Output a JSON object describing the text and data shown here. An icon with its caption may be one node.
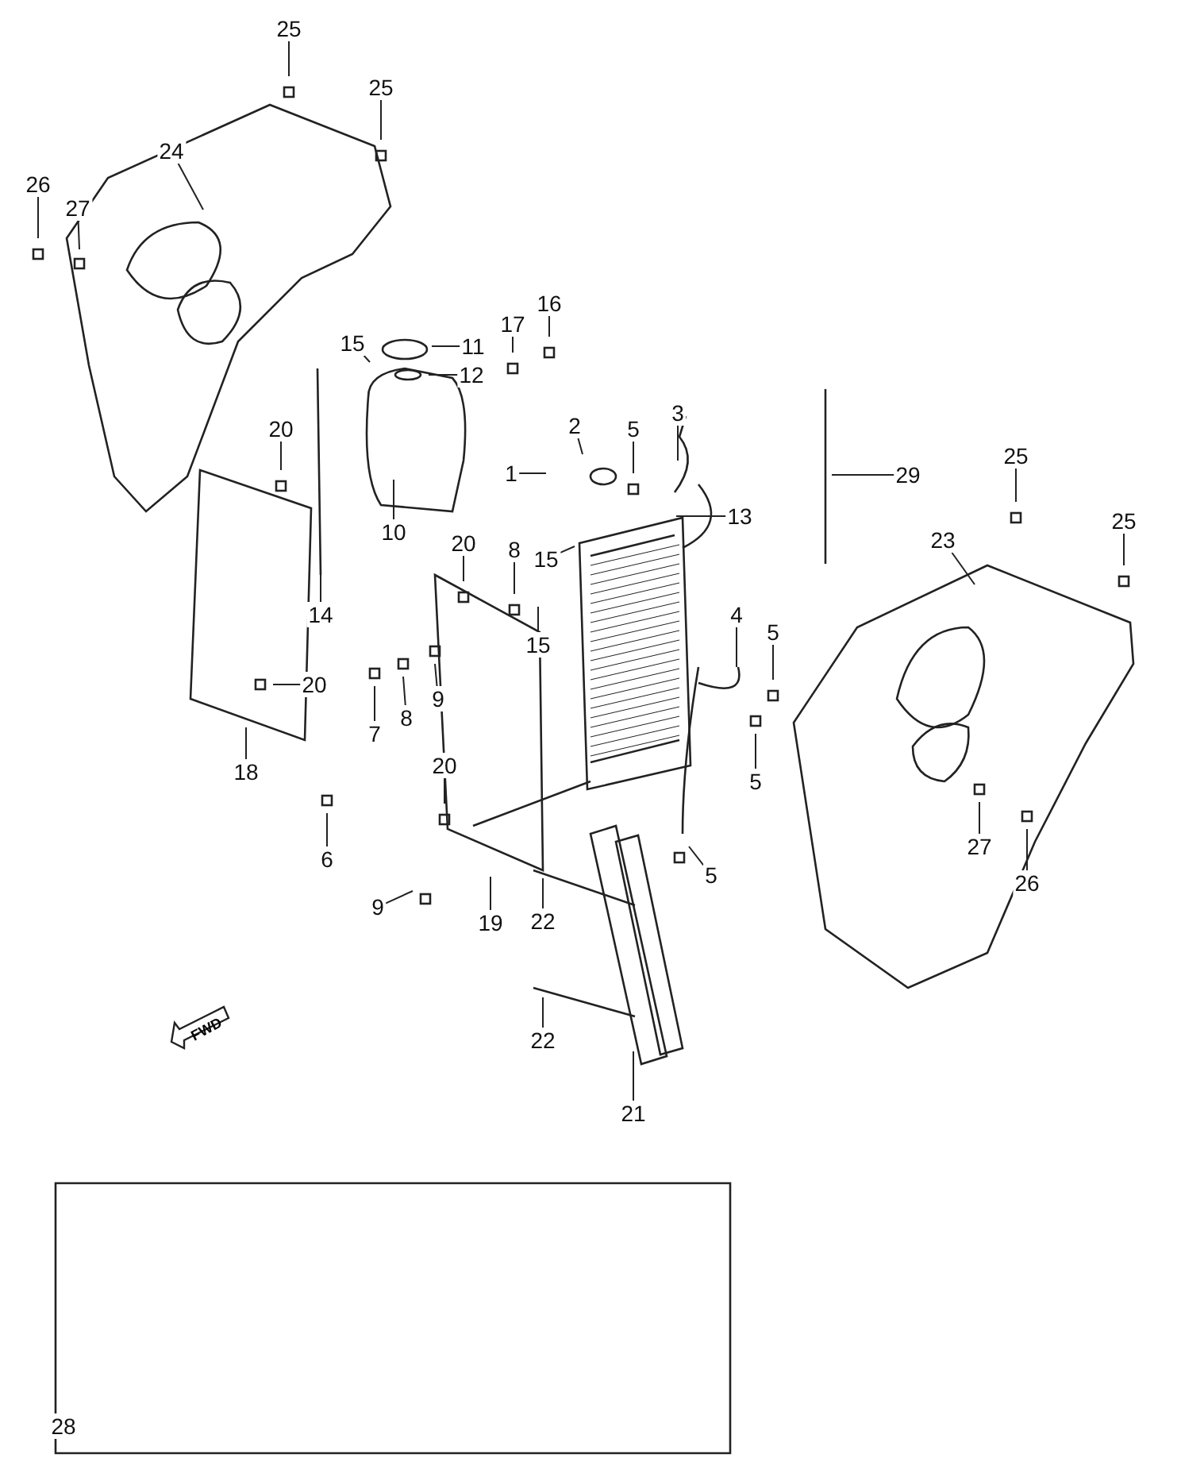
{
  "diagram": {
    "nodes": [
      {
        "text": [
          "25"
        ]
      },
      {
        "text": [
          "25"
        ]
      },
      {
        "text": [
          "24"
        ]
      },
      {
        "text": [
          "26"
        ]
      },
      {
        "text": [
          "27"
        ]
      },
      {
        "text": [
          "16"
        ]
      },
      {
        "text": [
          "17"
        ]
      },
      {
        "text": [
          "15"
        ]
      },
      {
        "text": [
          "11"
        ]
      },
      {
        "text": [
          "12"
        ]
      },
      {
        "text": [
          "3"
        ]
      },
      {
        "text": [
          "2"
        ]
      },
      {
        "text": [
          "5"
        ]
      },
      {
        "text": [
          "20"
        ]
      },
      {
        "text": [
          "25"
        ]
      },
      {
        "text": [
          "1"
        ]
      },
      {
        "text": [
          "29"
        ]
      },
      {
        "text": [
          "13"
        ]
      },
      {
        "text": [
          "25"
        ]
      },
      {
        "text": [
          "10"
        ]
      },
      {
        "text": [
          "23"
        ]
      },
      {
        "text": [
          "20"
        ]
      },
      {
        "text": [
          "8"
        ]
      },
      {
        "text": [
          "15"
        ]
      },
      {
        "text": [
          "14"
        ]
      },
      {
        "text": [
          "4"
        ]
      },
      {
        "text": [
          "5"
        ]
      },
      {
        "text": [
          "15"
        ]
      },
      {
        "text": [
          "20"
        ]
      },
      {
        "text": [
          "9"
        ]
      },
      {
        "text": [
          "8"
        ]
      },
      {
        "text": [
          "7"
        ]
      },
      {
        "text": [
          "18"
        ]
      },
      {
        "text": [
          "20"
        ]
      },
      {
        "text": [
          "5"
        ]
      },
      {
        "text": [
          "27"
        ]
      },
      {
        "text": [
          "6"
        ]
      },
      {
        "text": [
          "5"
        ]
      },
      {
        "text": [
          "26"
        ]
      },
      {
        "text": [
          "9"
        ]
      },
      {
        "text": [
          "22"
        ]
      },
      {
        "text": [
          "19"
        ]
      },
      {
        "text": [
          "22"
        ]
      },
      {
        "text": [
          "21"
        ]
      },
      {
        "text": [
          "28"
        ]
      }
    ],
    "edges": [
      {
        "from": 0,
        "to": null,
        "arrow": "none"
      },
      {
        "from": 1,
        "to": null,
        "arrow": "none"
      },
      {
        "from": 2,
        "to": null,
        "arrow": "none"
      },
      {
        "from": 3,
        "to": null,
        "arrow": "none"
      },
      {
        "from": 4,
        "to": null,
        "arrow": "none"
      },
      {
        "from": 5,
        "to": null,
        "arrow": "none"
      },
      {
        "from": 6,
        "to": null,
        "arrow": "none"
      },
      {
        "from": 7,
        "to": null,
        "arrow": "none"
      },
      {
        "from": 8,
        "to": null,
        "arrow": "none"
      },
      {
        "from": 9,
        "to": null,
        "arrow": "none"
      },
      {
        "from": 10,
        "to": null,
        "arrow": "none"
      },
      {
        "from": 11,
        "to": null,
        "arrow": "none"
      },
      {
        "from": 12,
        "to": null,
        "arrow": "none"
      },
      {
        "from": 13,
        "to": null,
        "arrow": "none"
      },
      {
        "from": 14,
        "to": null,
        "arrow": "none"
      },
      {
        "from": 15,
        "to": null,
        "arrow": "none"
      },
      {
        "from": 16,
        "to": null,
        "arrow": "none"
      },
      {
        "from": 17,
        "to": null,
        "arrow": "none"
      },
      {
        "from": 18,
        "to": null,
        "arrow": "none"
      },
      {
        "from": 19,
        "to": null,
        "arrow": "none"
      },
      {
        "from": 20,
        "to": null,
        "arrow": "none"
      },
      {
        "from": 21,
        "to": null,
        "arrow": "none"
      },
      {
        "from": 22,
        "to": null,
        "arrow": "none"
      },
      {
        "from": 23,
        "to": null,
        "arrow": "none"
      },
      {
        "from": 24,
        "to": null,
        "arrow": "none"
      },
      {
        "from": 25,
        "to": null,
        "arrow": "none"
      },
      {
        "from": 26,
        "to": null,
        "arrow": "none"
      },
      {
        "from": 27,
        "to": null,
        "arrow": "none"
      },
      {
        "from": 28,
        "to": null,
        "arrow": "none"
      },
      {
        "from": 29,
        "to": null,
        "arrow": "none"
      },
      {
        "from": 30,
        "to": null,
        "arrow": "none"
      },
      {
        "from": 31,
        "to": null,
        "arrow": "none"
      },
      {
        "from": 32,
        "to": null,
        "arrow": "none"
      },
      {
        "from": 33,
        "to": null,
        "arrow": "none"
      },
      {
        "from": 34,
        "to": null,
        "arrow": "none"
      },
      {
        "from": 35,
        "to": null,
        "arrow": "none"
      },
      {
        "from": 36,
        "to": null,
        "arrow": "none"
      },
      {
        "from": 37,
        "to": null,
        "arrow": "none"
      },
      {
        "from": 38,
        "to": null,
        "arrow": "none"
      },
      {
        "from": 39,
        "to": null,
        "arrow": "none"
      },
      {
        "from": 40,
        "to": null,
        "arrow": "none"
      },
      {
        "from": 41,
        "to": null,
        "arrow": "none"
      },
      {
        "from": 42,
        "to": null,
        "arrow": "none"
      },
      {
        "from": 43,
        "to": null,
        "arrow": "none"
      }
    ],
    "labels": [
      "FWD"
    ]
  }
}
